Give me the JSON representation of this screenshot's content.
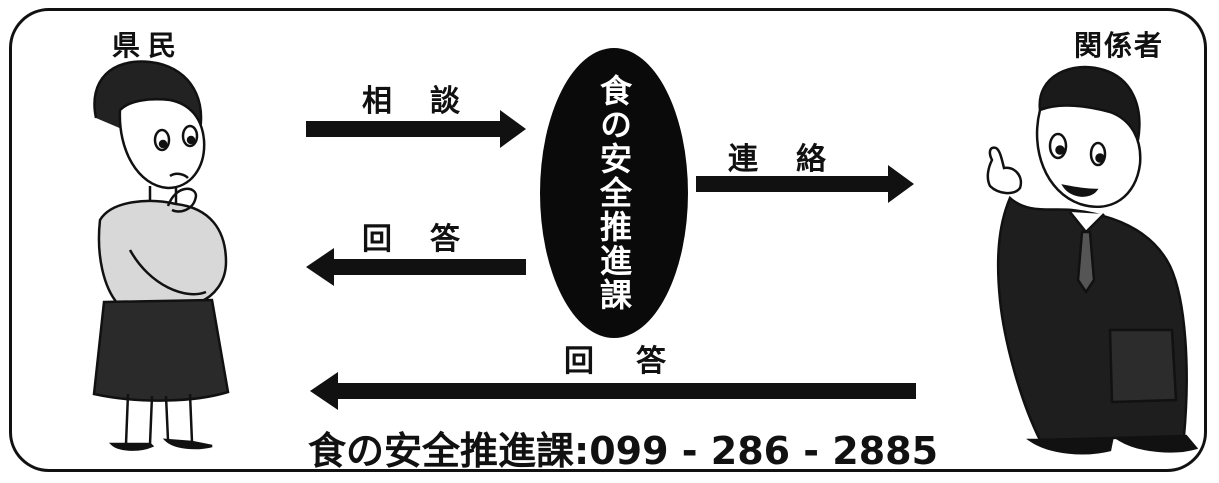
{
  "actors": {
    "left_label": "県民",
    "right_label": "関係者"
  },
  "center": {
    "department": "食の安全推進課"
  },
  "arrows": {
    "consult_label": "相談",
    "contact_label": "連絡",
    "answer_upper_label": "回答",
    "answer_lower_label": "回答"
  },
  "footer": {
    "phone_line": "食の安全推進課:099 - 286 - 2885"
  },
  "colors": {
    "ink": "#111111",
    "oval_fill": "#0a0a0a",
    "text_on_oval": "#ffffff"
  }
}
